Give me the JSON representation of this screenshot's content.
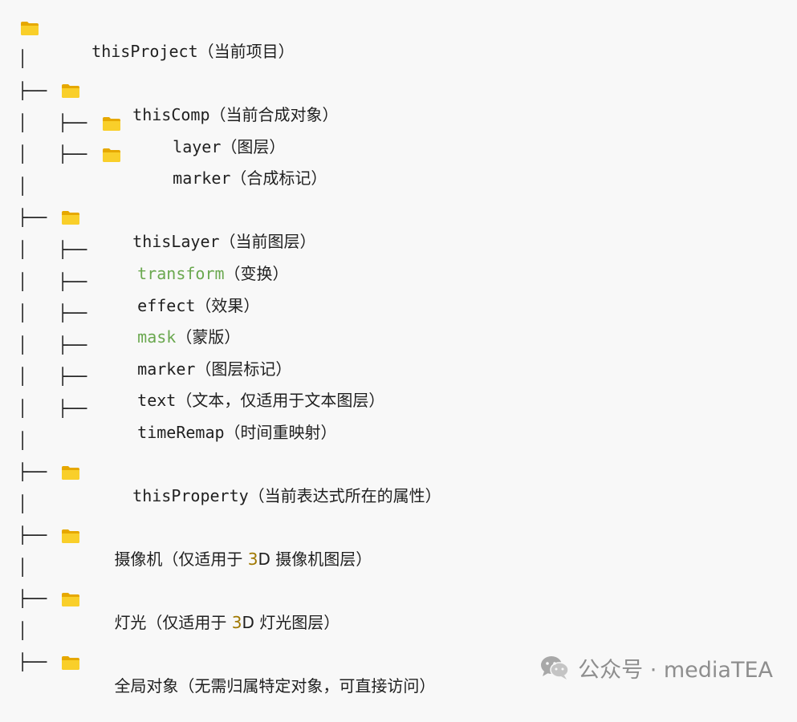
{
  "tree": {
    "root": {
      "name": "thisProject",
      "desc": "（当前项目）"
    },
    "thisComp": {
      "name": "thisComp",
      "desc": "（当前合成对象）"
    },
    "layer": {
      "name": "layer",
      "desc": "（图层）"
    },
    "comp_marker": {
      "name": "marker",
      "desc": "（合成标记）"
    },
    "thisLayer": {
      "name": "thisLayer",
      "desc": "（当前图层）"
    },
    "transform": {
      "name": "transform",
      "desc": "（变换）"
    },
    "effect": {
      "name": "effect",
      "desc": "（效果）"
    },
    "mask": {
      "name": "mask",
      "desc": "（蒙版）"
    },
    "layer_marker": {
      "name": "marker",
      "desc": "（图层标记）"
    },
    "text": {
      "name": "text",
      "desc": "（文本，仅适用于文本图层）"
    },
    "timeRemap": {
      "name": "timeRemap",
      "desc": "（时间重映射）"
    },
    "thisProperty": {
      "name": "thisProperty",
      "desc": "（当前表达式所在的属性）"
    },
    "camera": {
      "prefix": "摄像机（仅适用于 ",
      "num": "3",
      "suffix": "D 摄像机图层）"
    },
    "light": {
      "prefix": "灯光（仅适用于 ",
      "num": "3",
      "suffix": "D 灯光图层）"
    },
    "global": {
      "text": "全局对象（无需归属特定对象，可直接访问）"
    },
    "branch_glyph": "├──",
    "pipe_glyph": "│"
  },
  "watermark": {
    "text": "公众号 · mediaTEA",
    "icon": "wechat-icon"
  },
  "colors": {
    "folder": "#f5c518",
    "green": "#6aa84f",
    "number": "#a07800"
  }
}
